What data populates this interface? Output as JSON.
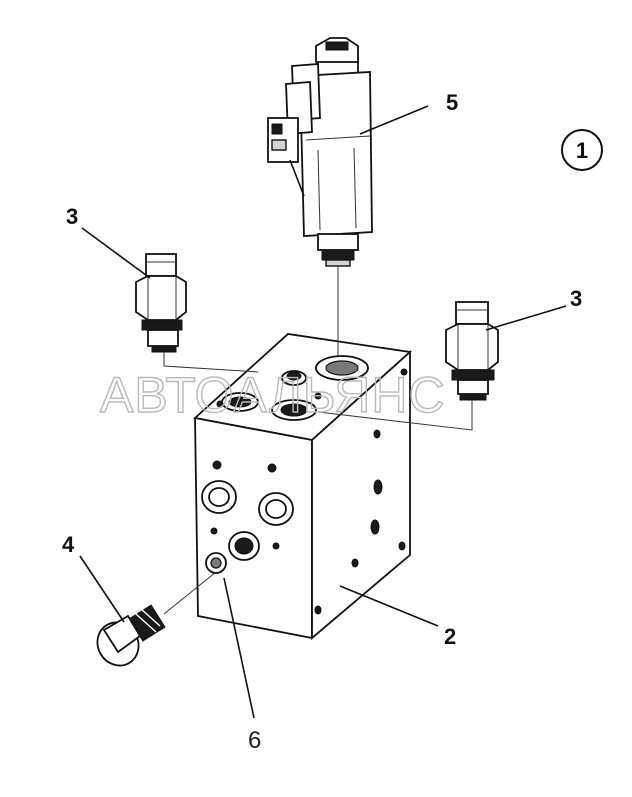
{
  "callouts": {
    "assembly": "1",
    "block": "2",
    "fitting_left": "3",
    "fitting_right": "3",
    "plug": "4",
    "solenoid_valve": "5",
    "port": "6"
  },
  "watermark": "АВТОАЛЬЯНС",
  "colors": {
    "line": "#111111",
    "watermark": "#b9b9b9",
    "background": "#ffffff"
  }
}
